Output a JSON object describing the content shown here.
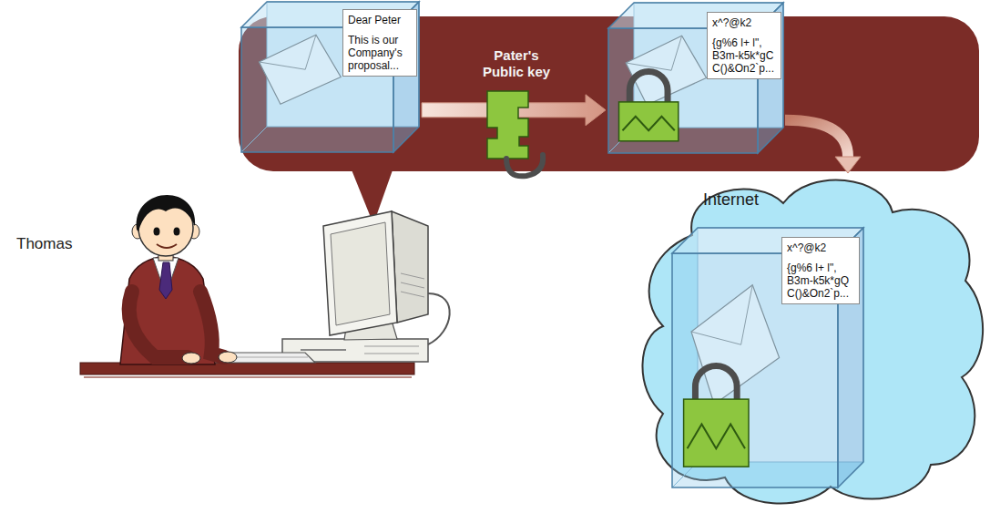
{
  "diagram": {
    "nodes": [
      {
        "text": [
          "Pater's Public key"
        ]
      },
      {
        "text": [
          "Dear Peter",
          "This is our Company's proposal..."
        ],
        "in": 0
      },
      {
        "text": [
          "x^?@k2",
          "{g%6 l+ l\", B3m-k5k*gC C()&On2`p..."
        ],
        "in": 0
      },
      {
        "text": [
          "Internet"
        ]
      },
      {
        "text": [
          "x^?@k2",
          "{g%6 l+ l\", B3m-k5k*gQ C()&On2`p..."
        ],
        "in": 3
      }
    ],
    "edges": [
      {
        "from": 1,
        "to": 2,
        "arrow": "to"
      },
      {
        "from": 2,
        "to": 3,
        "arrow": "to"
      }
    ],
    "labels": [
      "Thomas"
    ]
  }
}
